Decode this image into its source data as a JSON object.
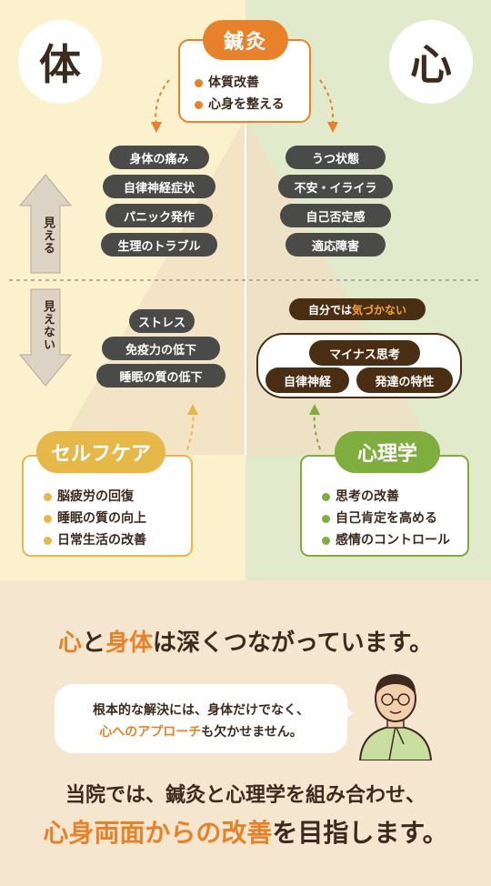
{
  "colors": {
    "orange": "#e8822a",
    "yellow": "#e6b84a",
    "green": "#7fad3e",
    "dark_pill": "#4a4a48",
    "brown": "#4a2e14",
    "left_bg": "#fbf1cc",
    "right_bg": "#e1ebcc"
  },
  "header": {
    "left_circle": "体",
    "right_circle": "心"
  },
  "top": {
    "title": "鍼灸",
    "items": [
      "体質改善",
      "心身を整える"
    ]
  },
  "axis": {
    "visible": "見える",
    "invisible": "見えない"
  },
  "body_symptoms": [
    "身体の痛み",
    "自律神経症状",
    "パニック発作",
    "生理のトラブル"
  ],
  "mind_symptoms": [
    "うつ状態",
    "不安・イライラ",
    "自己否定感",
    "適応障害"
  ],
  "hidden_body": [
    "ストレス",
    "免疫力の低下",
    "睡眠の質の低下"
  ],
  "hidden_mind": {
    "callout_prefix": "自分では",
    "callout_highlight": "気づかない",
    "items": [
      "マイナス思考",
      "自律神経",
      "発達の特性"
    ]
  },
  "selfcare": {
    "title": "セルフケア",
    "items": [
      "脳疲労の回復",
      "睡眠の質の向上",
      "日常生活の改善"
    ]
  },
  "psychology": {
    "title": "心理学",
    "items": [
      "思考の改善",
      "自己肯定を高める",
      "感情のコントロール"
    ]
  },
  "headline": {
    "part1": "心",
    "part2": "と",
    "part3": "身体",
    "part4": "は深くつながっています。"
  },
  "speech": {
    "line1": "根本的な解決には、身体だけでなく、",
    "line2_accent": "心へのアプローチ",
    "line2_rest": "も欠かせません。"
  },
  "bottom": {
    "line1": "当院では、鍼灸と心理学を組み合わせ、",
    "line2_accent": "心身両面からの改善",
    "line2_rest": "を目指します。"
  }
}
